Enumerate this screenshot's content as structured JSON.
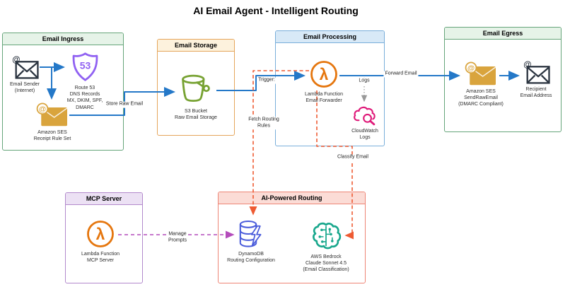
{
  "title": "AI Email Agent - Intelligent Routing",
  "groups": {
    "ingress": {
      "label": "Email Ingress"
    },
    "storage": {
      "label": "Email Storage"
    },
    "processing": {
      "label": "Email Processing"
    },
    "egress": {
      "label": "Email Egress"
    },
    "mcp": {
      "label": "MCP Server"
    },
    "routing": {
      "label": "AI-Powered Routing"
    }
  },
  "nodes": {
    "email_sender": {
      "label": "Email Sender\n(Internet)",
      "at": "@"
    },
    "route53": {
      "label": "Route 53\nDNS Records\nMX, DKIM, SPF,\nDMARC",
      "badge": "53"
    },
    "ses_receipt": {
      "label": "Amazon SES\nReceipt Rule Set",
      "at": "@"
    },
    "s3_bucket": {
      "label": "S3 Bucket\nRaw Email Storage"
    },
    "lambda_forwarder": {
      "label": "Lambda Function\nEmail Forwarder",
      "glyph": "λ"
    },
    "cloudwatch": {
      "label": "CloudWatch\nLogs"
    },
    "ses_send": {
      "label": "Amazon SES\nSendRawEmail\n(DMARC Compliant)",
      "at": "@"
    },
    "recipient": {
      "label": "Recipient\nEmail Address",
      "at": "@"
    },
    "lambda_mcp": {
      "label": "Lambda Function\nMCP Server",
      "glyph": "λ"
    },
    "dynamodb": {
      "label": "DynamoDB\nRouting Configuration"
    },
    "bedrock": {
      "label": "AWS Bedrock\nClaude Sonnet 4.5\n(Email Classification)"
    }
  },
  "edges": {
    "store_raw_email": {
      "label": "Store Raw Email"
    },
    "trigger": {
      "label": "Trigger:"
    },
    "fetch_routing_rules": {
      "label": "Fetch Routing\nRules"
    },
    "logs": {
      "label": "Logs"
    },
    "forward_email": {
      "label": "Forward Email"
    },
    "classify_email": {
      "label": "Classify Email"
    },
    "manage_prompts": {
      "label": "Manage\nPrompts"
    }
  },
  "colors": {
    "arrow_blue": "#2478c8",
    "arrow_orange": "#ee5b33",
    "arrow_purple": "#b44cbb",
    "arrow_gray": "#999999",
    "green_stroke": "#66a57a",
    "green_fill": "#e6f3e8",
    "orange_stroke": "#e5a55b",
    "orange_fill": "#fdf2dd",
    "blue_stroke": "#79aeda",
    "blue_fill": "#d8e9f7",
    "purple_stroke": "#b289cc",
    "purple_fill": "#ece1f4",
    "red_stroke": "#ee8576",
    "red_fill": "#fbdcd6",
    "icon_dark": "#2b3440",
    "icon_route53": "#9061f2",
    "icon_ses": "#d9a43d",
    "icon_s3": "#77a232",
    "icon_lambda": "#e5760e",
    "icon_cloudwatch": "#df1b7a",
    "icon_dynamodb": "#4a5cdb",
    "icon_bedrock": "#18a78c"
  }
}
